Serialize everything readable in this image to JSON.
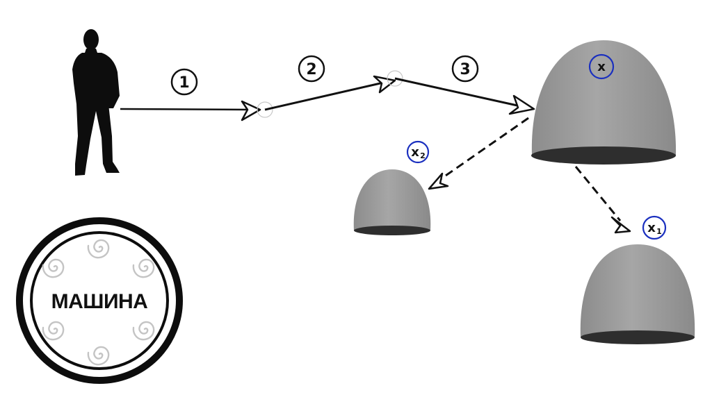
{
  "steps": [
    {
      "label": "1"
    },
    {
      "label": "2"
    },
    {
      "label": "3"
    }
  ],
  "nodes": {
    "main": {
      "label": "x",
      "subscript": ""
    },
    "first": {
      "label": "x",
      "subscript": "1"
    },
    "second": {
      "label": "x",
      "subscript": "2"
    }
  },
  "machine": {
    "label": "МАШИНА"
  },
  "colors": {
    "dome": "#9a9a9a",
    "dome_base": "#2e2e2e",
    "label_ring": "#1a2fbf",
    "arrow": "#111111",
    "silhouette": "#0d0d0d"
  }
}
